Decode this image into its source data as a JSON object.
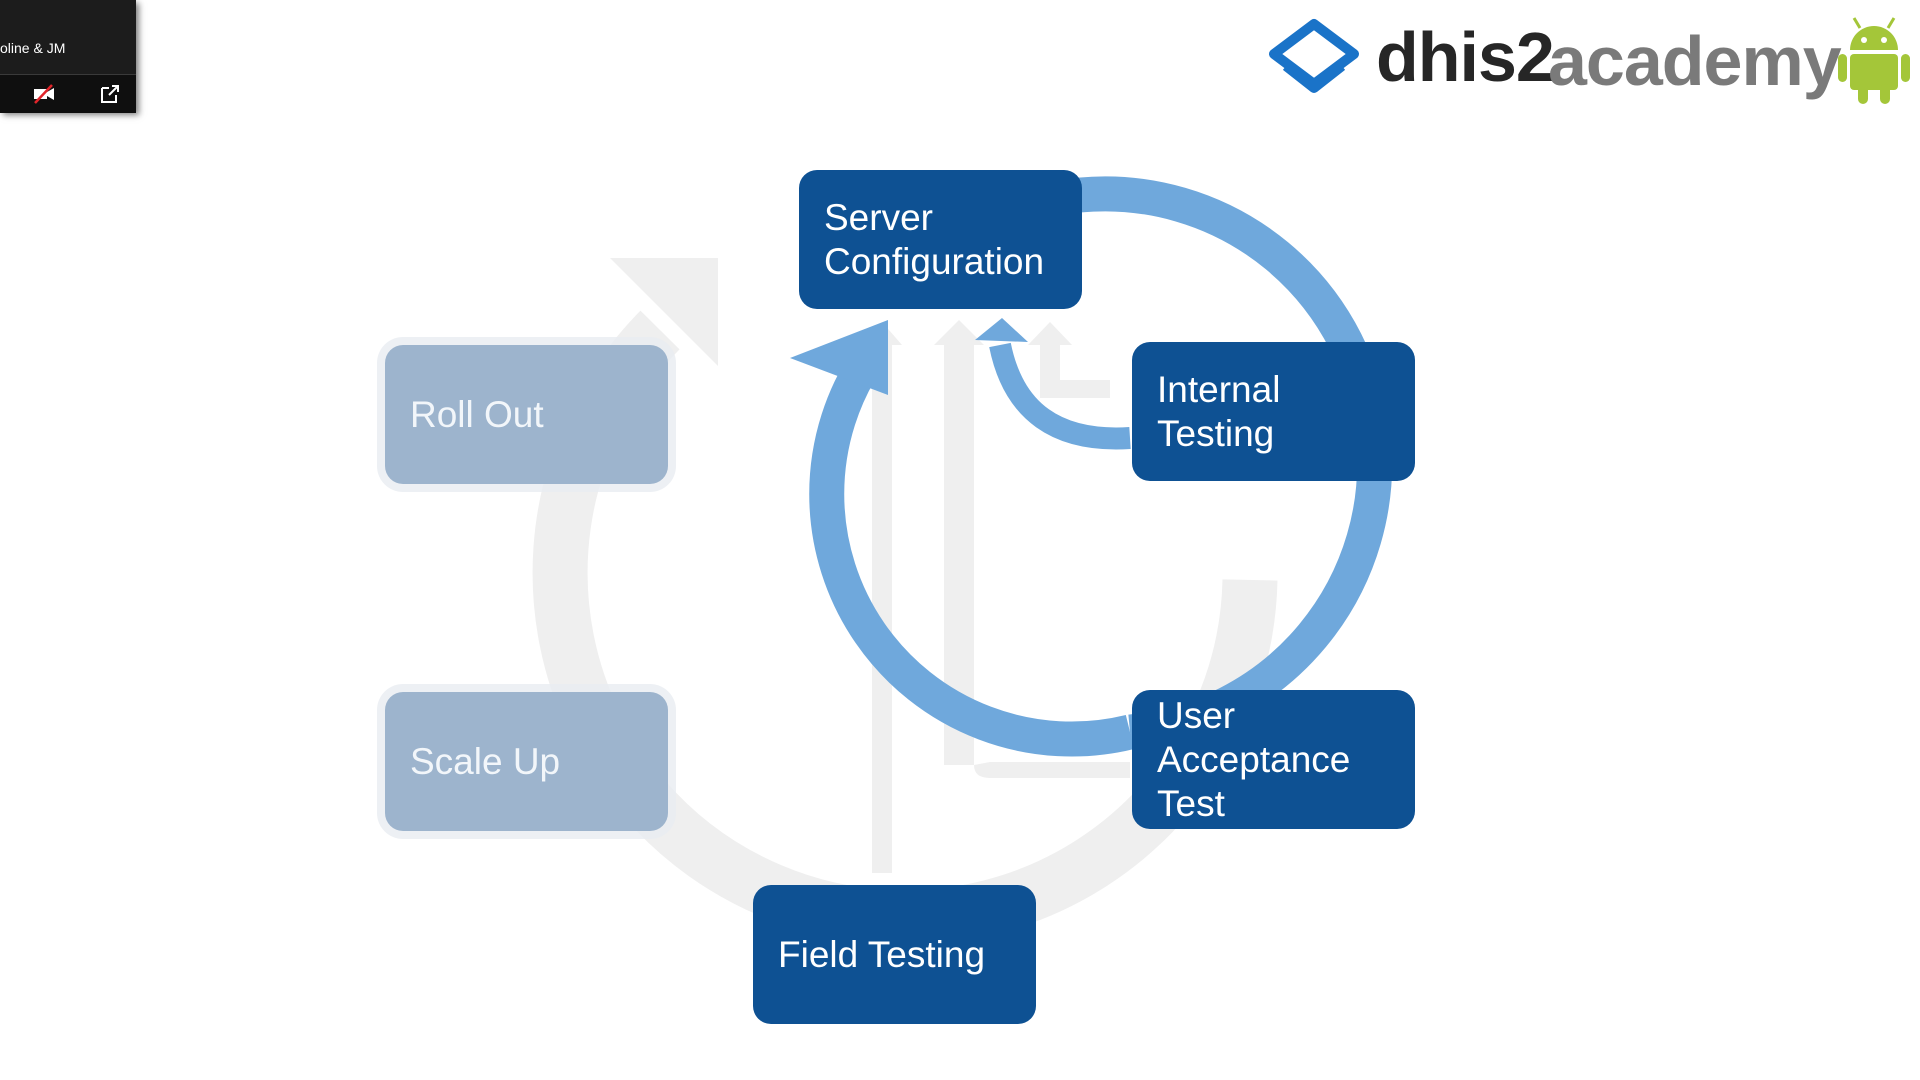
{
  "video_call": {
    "participant_name": "oline & JM",
    "camera_icon": "camera-off-icon",
    "popout_icon": "popout-icon"
  },
  "logo": {
    "brand_dark": "dhis2",
    "brand_light": "academy",
    "mark_icon": "dhis2-stack-icon",
    "android_icon": "android-icon",
    "colors": {
      "mark": "#1a73c8",
      "dark": "#262626",
      "light": "#7a7a7a",
      "android": "#a4c639"
    }
  },
  "diagram": {
    "colors": {
      "active_box": "#0e5193",
      "faded_box": "#9db4cd",
      "arrow": "#6fa8dc",
      "faded_arrow": "#efefef"
    },
    "active_steps": [
      {
        "label": "Server\nConfiguration"
      },
      {
        "label": "Internal\nTesting"
      },
      {
        "label": "User\nAcceptance\nTest"
      },
      {
        "label": "Field Testing"
      }
    ],
    "faded_steps": [
      {
        "label": "Roll Out"
      },
      {
        "label": "Scale Up"
      }
    ]
  }
}
